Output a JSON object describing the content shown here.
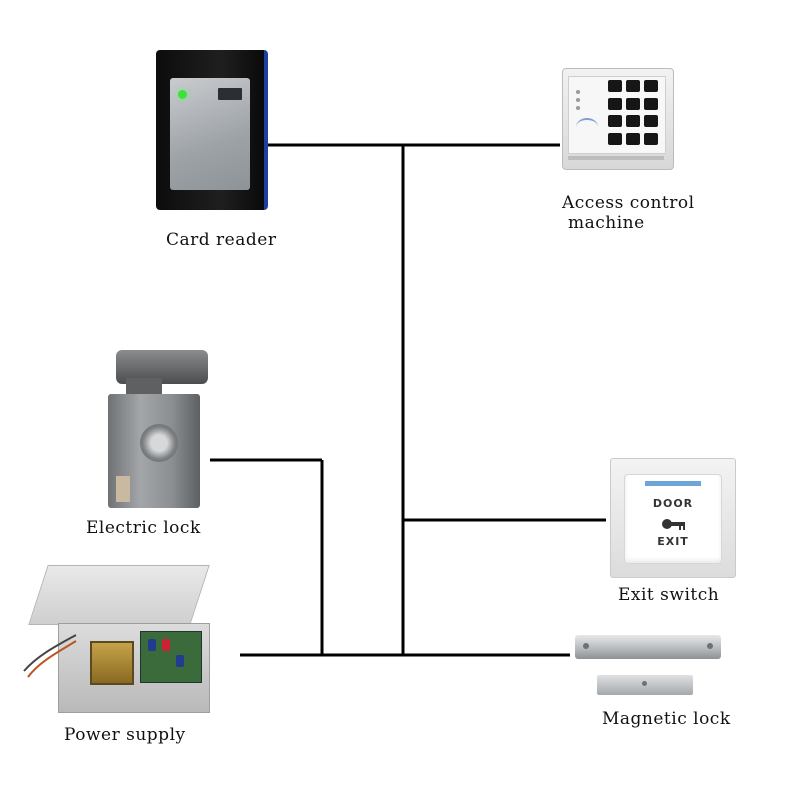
{
  "devices": {
    "card_reader": {
      "label": "Card reader"
    },
    "access_control": {
      "label_line1": "Access control",
      "label_line2": "machine"
    },
    "electric_lock": {
      "label": "Electric lock"
    },
    "power_supply": {
      "label": "Power supply"
    },
    "exit_switch": {
      "label": "Exit switch",
      "button_top": "DOOR",
      "button_bottom": "EXIT"
    },
    "magnetic_lock": {
      "label": "Magnetic lock"
    }
  },
  "colors": {
    "wire": "#000000",
    "reader_accent": "#1d3fa0",
    "led": "#3ee03e"
  },
  "icons": {
    "exit_button": "key-icon"
  }
}
